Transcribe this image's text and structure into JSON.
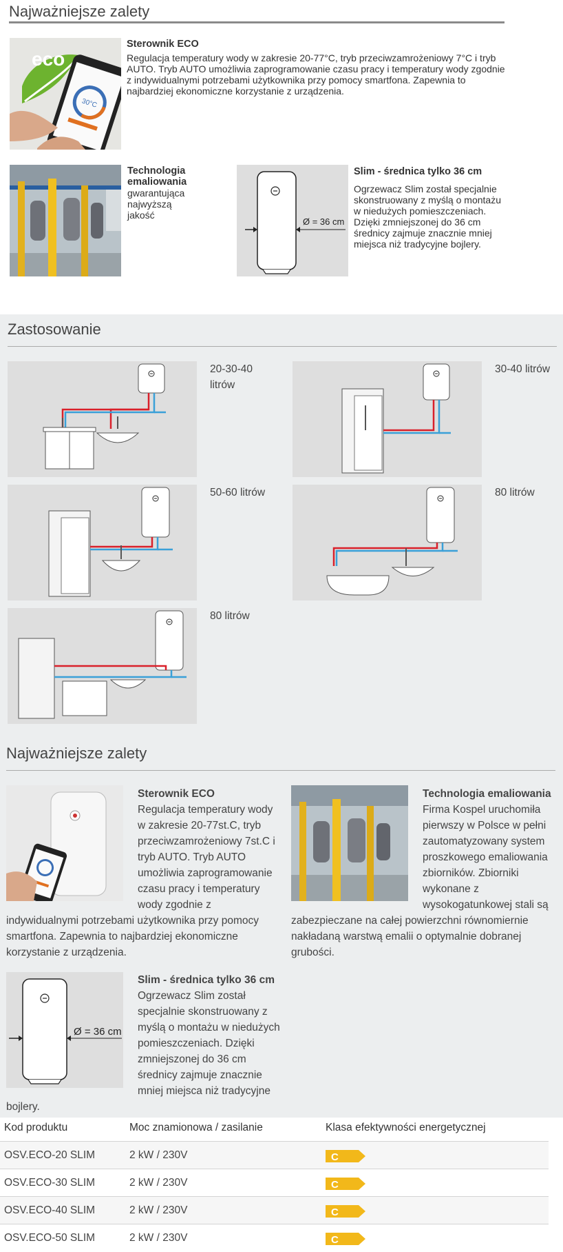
{
  "section1": {
    "title": "Najważniejsze zalety",
    "eco": {
      "logo_text": "eco",
      "title": "Sterownik ECO",
      "desc_html": "Regulacja temperatury wody w zakresie 20-77°C, tryb przeciwzamrożeniowy 7°C i tryb AUTO. Tryb AUTO umożliwia zaprogramowanie czasu pracy i temperatury wody zgodnie z indywidualnymi potrzebami użytkownika przy pomocy smartfona. Zapewnia to najbardziej ekonomiczne korzystanie z urządzenia."
    },
    "tech": {
      "title": "Technologia emaliowania",
      "desc": "gwarantująca najwyższą jakość"
    },
    "slim": {
      "title": "Slim - średnica tylko 36 cm",
      "dim_label": "Ø = 36 cm",
      "desc": "Ogrzewacz Slim został specjalnie skonstruowany z myślą o montażu w niedużych pomieszczeniach. Dzięki zmniejszonej do 36 cm średnicy zajmuje znacznie mniej miejsca niż tradycyjne bojlery."
    }
  },
  "section2": {
    "title": "Zastosowanie",
    "items": [
      {
        "label": "20-30-40 litrów"
      },
      {
        "label": "30-40 litrów"
      },
      {
        "label": "50-60 litrów"
      },
      {
        "label": "80 litrów"
      },
      {
        "label": "80 litrów"
      }
    ]
  },
  "section3": {
    "title": "Najważniejsze zalety",
    "eco": {
      "title": "Sterownik ECO",
      "desc": "Regulacja temperatury wody w zakresie 20-77st.C, tryb przeciwzamrożeniowy 7st.C i tryb AUTO. Tryb AUTO umożliwia zaprogramowanie czasu pracy i temperatury wody zgodnie z indywidualnymi potrzebami użytkownika przy pomocy smartfona. Zapewnia to najbardziej ekonomiczne korzystanie z urządzenia."
    },
    "tech": {
      "title": "Technologia emaliowania",
      "desc": "Firma Kospel uruchomiła pierwszy w Polsce w pełni zautomatyzowany system proszkowego emaliowania zbiorników. Zbiorniki wykonane z wysokogatunkowej stali są zabezpieczane na całej powierzchni równomiernie nakładaną warstwą emalii o optymalnie dobranej grubości."
    },
    "slim": {
      "title": "Slim - średnica tylko 36 cm",
      "dim_label": "Ø = 36 cm",
      "desc": "Ogrzewacz Slim został specjalnie skonstruowany z myślą o montażu w niedużych pomieszczeniach. Dzięki zmniejszonej do 36 cm średnicy zajmuje znacznie mniej miejsca niż tradycyjne bojlery."
    }
  },
  "table": {
    "headers": [
      "Kod produktu",
      "Moc znamionowa / zasilanie",
      "Klasa efektywności energetycznej"
    ],
    "rows": [
      {
        "code": "OSV.ECO-20 SLIM",
        "power": "2 kW / 230V",
        "class": "C"
      },
      {
        "code": "OSV.ECO-30 SLIM",
        "power": "2 kW / 230V",
        "class": "C"
      },
      {
        "code": "OSV.ECO-40 SLIM",
        "power": "2 kW / 230V",
        "class": "C"
      },
      {
        "code": "OSV.ECO-50 SLIM",
        "power": "2 kW / 230V",
        "class": "C"
      }
    ]
  },
  "colors": {
    "energy_class": "#f2b81a",
    "pipe_hot": "#d9202a",
    "pipe_cold": "#3aa0d8",
    "eco_green": "#6db32f"
  }
}
